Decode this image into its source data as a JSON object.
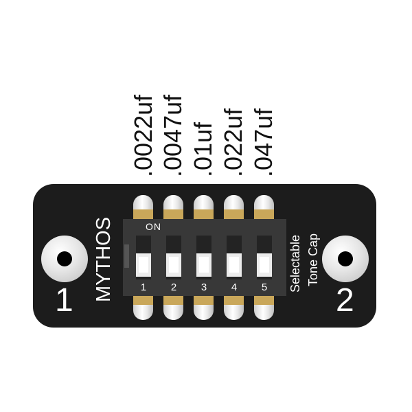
{
  "capacitor_labels": [
    ".0022uf",
    ".0047uf",
    ".01uf",
    ".022uf",
    ".047uf"
  ],
  "board": {
    "brand": "MYTHOS",
    "description_line1": "Selectable",
    "description_line2": "Tone Cap",
    "hole_left_number": "1",
    "hole_right_number": "2",
    "colors": {
      "board": "#1c1c1c",
      "pad": "#c9a75a",
      "dip_body": "#383838"
    }
  },
  "dip_switch": {
    "on_label": "ON",
    "positions": [
      "1",
      "2",
      "3",
      "4",
      "5"
    ],
    "states": [
      "off",
      "off",
      "off",
      "off",
      "off"
    ]
  }
}
